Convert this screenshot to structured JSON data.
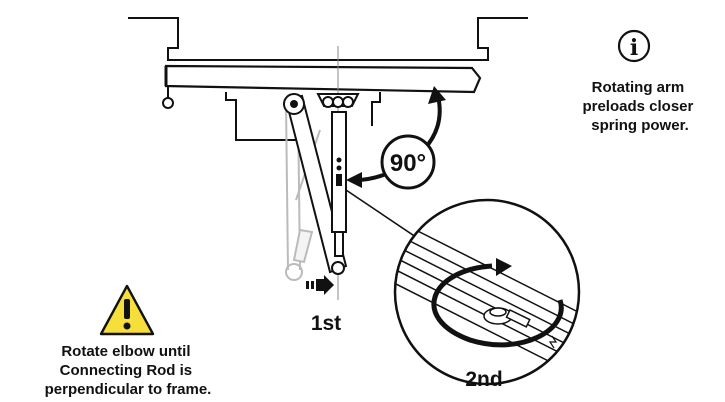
{
  "annotations": {
    "angle": "90°",
    "step1": "1st",
    "step2": "2nd"
  },
  "info_note": {
    "lines": [
      "Rotating arm",
      "preloads closer",
      "spring power."
    ]
  },
  "warning_note": {
    "lines": [
      "Rotate elbow until",
      "Connecting Rod is",
      "perpendicular to frame."
    ]
  },
  "colors": {
    "ink": "#111111",
    "ghost": "#b8b8b8",
    "warning_fill": "#f6df3a"
  },
  "icons": {
    "info": "info-circle-icon",
    "warning": "warning-triangle-icon"
  }
}
